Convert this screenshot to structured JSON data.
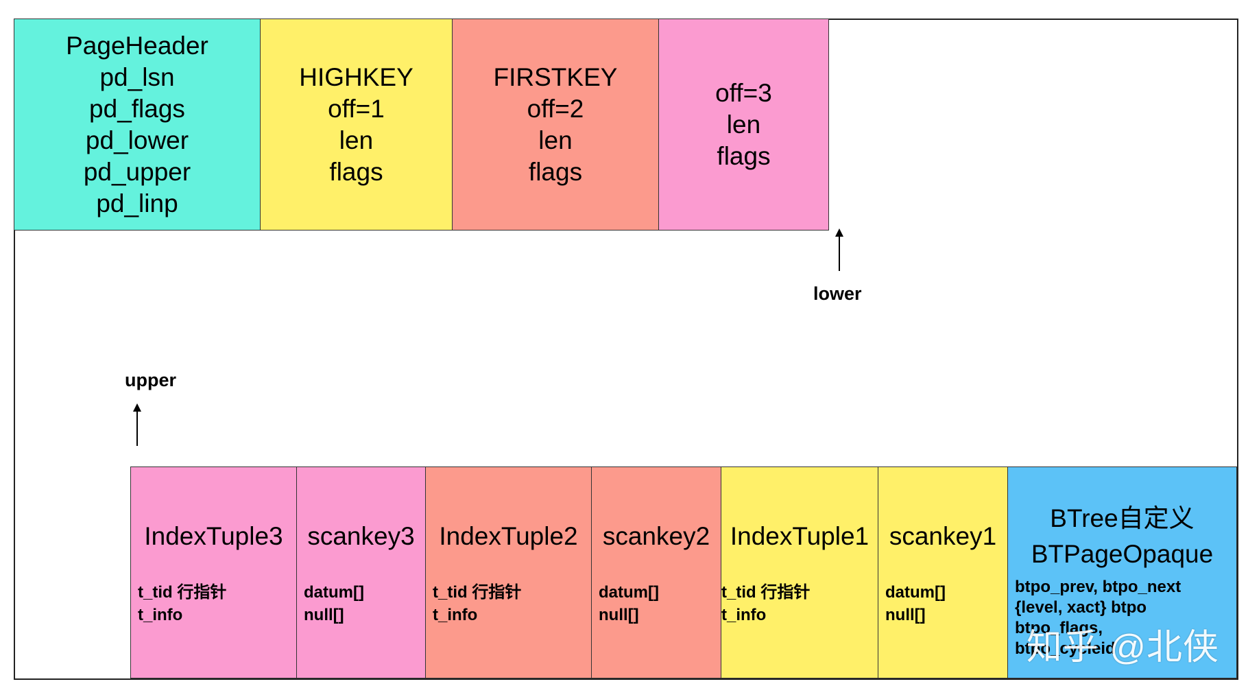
{
  "colors": {
    "cyan": "#64f2dd",
    "yellow": "#fff069",
    "salmon": "#fc9a8c",
    "pink": "#fb9bd0",
    "blue": "#5cc2f7"
  },
  "header_row": {
    "page_header": [
      "PageHeader",
      "pd_lsn",
      "pd_flags",
      "pd_lower",
      "pd_upper",
      "pd_linp"
    ],
    "highkey": [
      "HIGHKEY",
      "off=1",
      "len",
      "flags"
    ],
    "firstkey": [
      "FIRSTKEY",
      "off=2",
      "len",
      "flags"
    ],
    "item3": [
      "off=3",
      "len",
      "flags"
    ]
  },
  "pointers": {
    "lower": "lower",
    "upper": "upper"
  },
  "tuple_row": {
    "tuple3": {
      "title": "IndexTuple3",
      "fields": [
        "t_tid 行指针",
        "t_info"
      ]
    },
    "scankey3": {
      "title": "scankey3",
      "fields": [
        "datum[]",
        "null[]"
      ]
    },
    "tuple2": {
      "title": "IndexTuple2",
      "fields": [
        "t_tid 行指针",
        "t_info"
      ]
    },
    "scankey2": {
      "title": "scankey2",
      "fields": [
        "datum[]",
        "null[]"
      ]
    },
    "tuple1": {
      "title": "IndexTuple1",
      "fields": [
        "t_tid 行指针",
        "t_info"
      ]
    },
    "scankey1": {
      "title": "scankey1",
      "fields": [
        "datum[]",
        "null[]"
      ]
    },
    "opaque": {
      "title1": "BTree自定义",
      "title2": "BTPageOpaque",
      "fields": [
        "btpo_prev, btpo_next",
        "{level, xact} btpo",
        "btpo_flags,",
        "btpo_cycleid"
      ]
    }
  },
  "watermark": "知乎 @北侠"
}
